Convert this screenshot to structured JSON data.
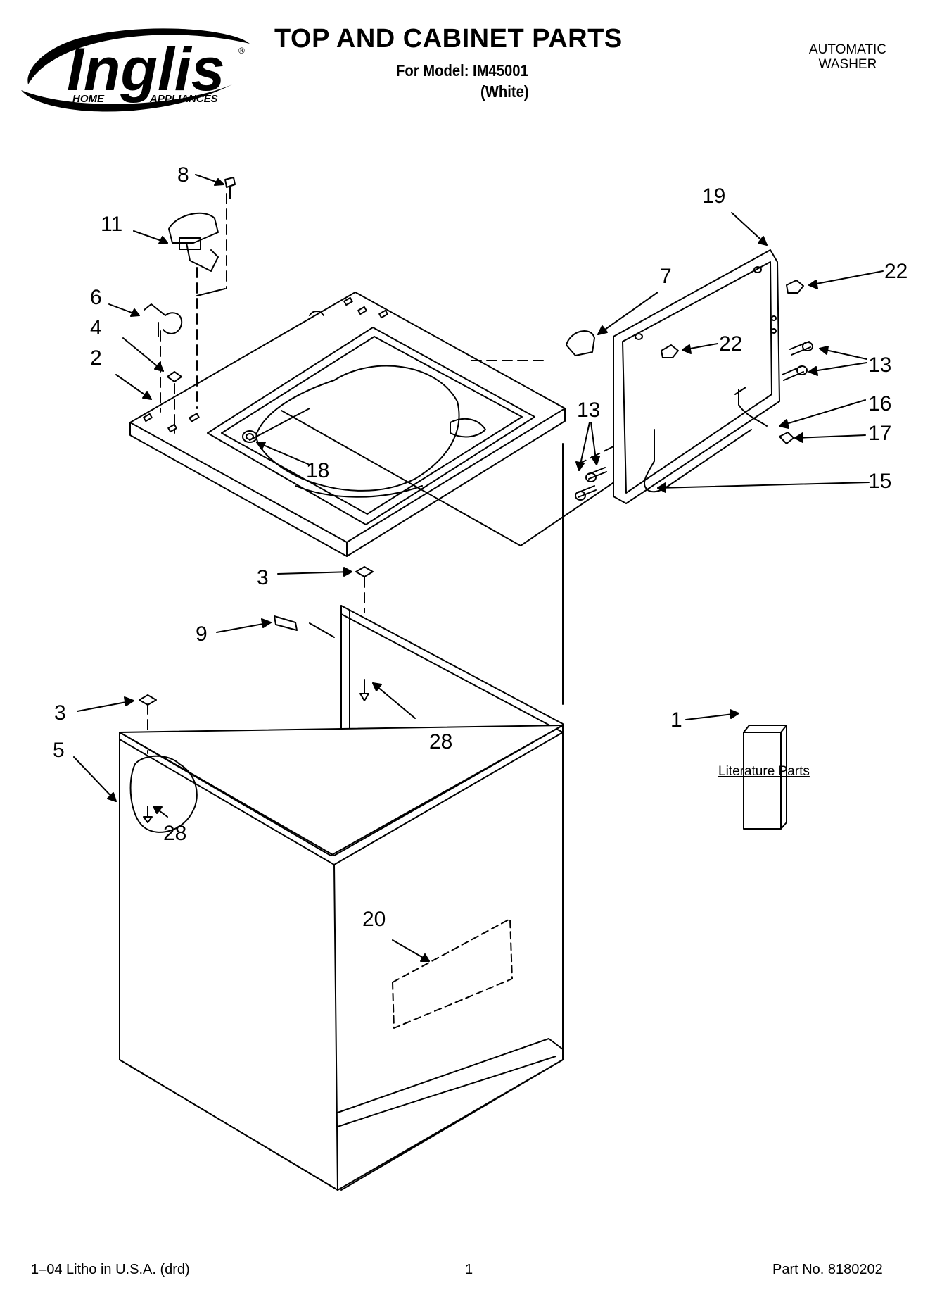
{
  "brand": {
    "name": "Inglis",
    "tagline_left": "HOME",
    "tagline_right": "APPLIANCES",
    "registered_mark": "®"
  },
  "header": {
    "title": "TOP AND CABINET PARTS",
    "model_line": "For Model: IM45001",
    "color_line": "(White)",
    "product_type_line1": "AUTOMATIC",
    "product_type_line2": "WASHER"
  },
  "callouts": [
    "8",
    "11",
    "6",
    "4",
    "2",
    "7",
    "19",
    "22",
    "22",
    "13",
    "13",
    "16",
    "17",
    "15",
    "18",
    "3",
    "9",
    "28",
    "3",
    "5",
    "28",
    "1",
    "20"
  ],
  "literature_label": "Literature Parts",
  "footer": {
    "litho": "1–04 Litho in U.S.A. (drd)",
    "page": "1",
    "part_no": "Part No. 8180202"
  },
  "colors": {
    "ink": "#000000",
    "paper": "#ffffff"
  }
}
